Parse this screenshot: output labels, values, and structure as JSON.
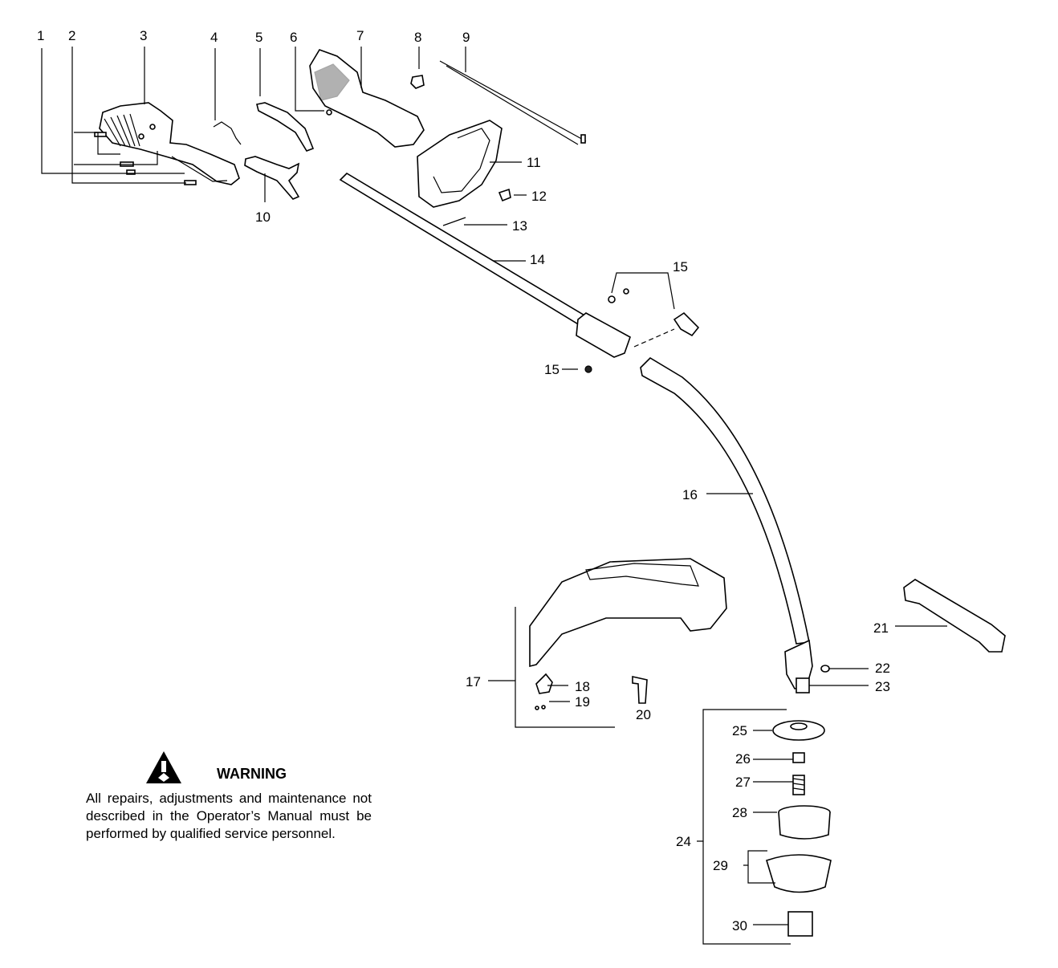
{
  "callouts": [
    "1",
    "2",
    "3",
    "4",
    "5",
    "6",
    "7",
    "8",
    "9",
    "10",
    "11",
    "12",
    "13",
    "14",
    "15",
    "15",
    "16",
    "17",
    "18",
    "19",
    "20",
    "21",
    "22",
    "23",
    "24",
    "25",
    "26",
    "27",
    "28",
    "29",
    "30"
  ],
  "warning": {
    "title": "WARNING",
    "text": "All repairs, adjustments and maintenance not described in the Operator’s Manual must be performed by qualified service personnel.",
    "icon": "warning-triangle-icon"
  }
}
